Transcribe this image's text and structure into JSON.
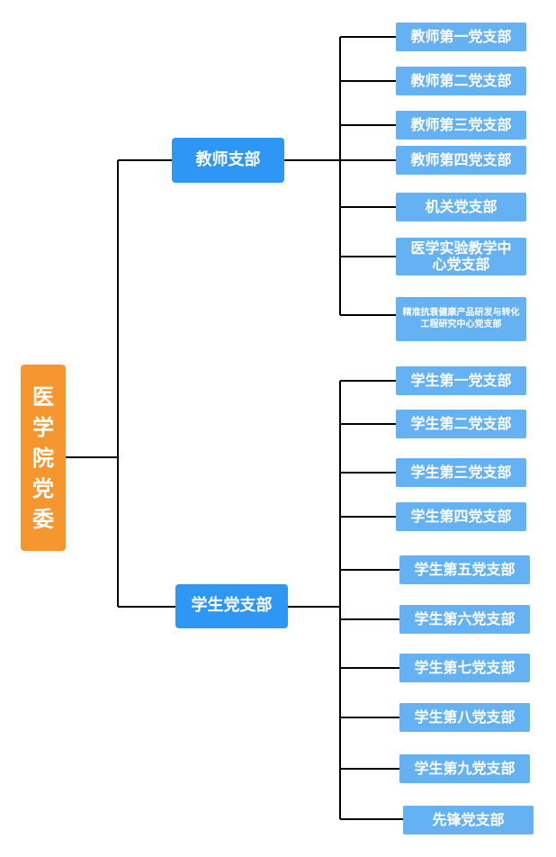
{
  "root": {
    "label": "医学院党委",
    "color": "#f5962e"
  },
  "branches": [
    {
      "label": "教师支部",
      "color": "#2e96f5",
      "children": [
        "教师第一党支部",
        "教师第二党支部",
        "教师第三党支部",
        "教师第四党支部",
        "机关党支部",
        "医学实验教学中心党支部",
        "精准抗衰健康产品研发与转化工程研究中心党支部"
      ]
    },
    {
      "label": "学生党支部",
      "color": "#2e96f5",
      "children": [
        "学生第一党支部",
        "学生第二党支部",
        "学生第三党支部",
        "学生第四党支部",
        "学生第五党支部",
        "学生第六党支部",
        "学生第七党支部",
        "学生第八党支部",
        "学生第九党支部",
        "先锋党支部"
      ]
    }
  ],
  "leaf_color": "#64b1f3"
}
